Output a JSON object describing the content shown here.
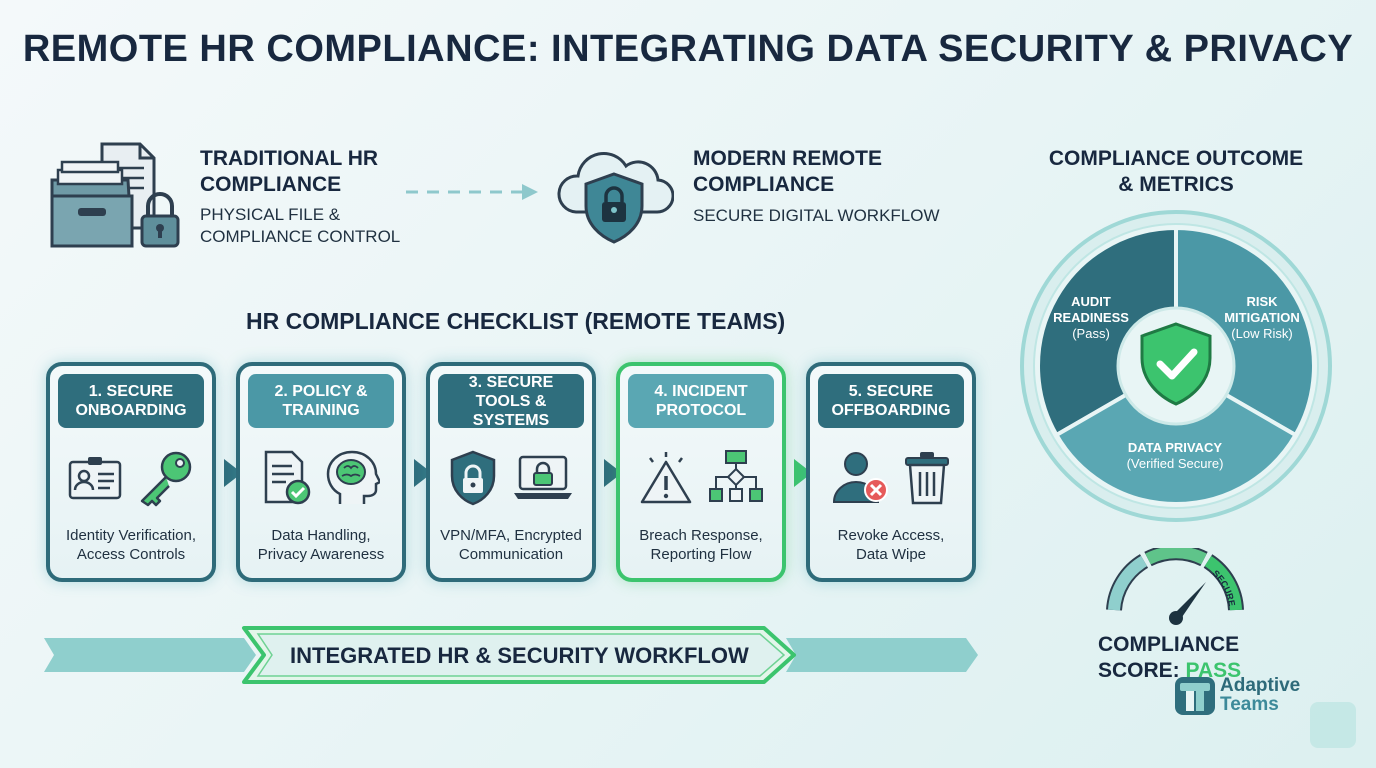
{
  "title": "REMOTE HR COMPLIANCE: INTEGRATING DATA SECURITY & PRIVACY",
  "traditional": {
    "title_line1": "TRADITIONAL HR",
    "title_line2": "COMPLIANCE",
    "sub_line1": "PHYSICAL FILE &",
    "sub_line2": "COMPLIANCE CONTROL",
    "icons": [
      "file-cabinet-icon",
      "document-icon",
      "padlock-icon"
    ]
  },
  "modern": {
    "title_line1": "MODERN REMOTE",
    "title_line2": "COMPLIANCE",
    "sub": "SECURE DIGITAL WORKFLOW",
    "icons": [
      "cloud-shield-lock-icon"
    ]
  },
  "checklist": {
    "title": "HR COMPLIANCE CHECKLIST (REMOTE TEAMS)",
    "steps": [
      {
        "head_line1": "1. SECURE",
        "head_line2": "ONBOARDING",
        "desc_line1": "Identity Verification,",
        "desc_line2": "Access Controls",
        "icons": [
          "id-badge-icon",
          "key-icon"
        ]
      },
      {
        "head_line1": "2. POLICY &",
        "head_line2": "TRAINING",
        "desc_line1": "Data Handling,",
        "desc_line2": "Privacy Awareness",
        "icons": [
          "document-check-icon",
          "brain-head-icon"
        ]
      },
      {
        "head_line1": "3. SECURE",
        "head_line2": "TOOLS & SYSTEMS",
        "desc_line1": "VPN/MFA, Encrypted",
        "desc_line2": "Communication",
        "icons": [
          "shield-lock-icon",
          "laptop-lock-icon"
        ]
      },
      {
        "head_line1": "4. INCIDENT",
        "head_line2": "PROTOCOL",
        "desc_line1": "Breach Response,",
        "desc_line2": "Reporting Flow",
        "icons": [
          "warning-alert-icon",
          "flowchart-icon"
        ]
      },
      {
        "head_line1": "5. SECURE",
        "head_line2": "OFFBOARDING",
        "desc_line1": "Revoke Access,",
        "desc_line2": "Data Wipe",
        "icons": [
          "user-remove-icon",
          "trash-icon"
        ]
      }
    ]
  },
  "workflow_label": "INTEGRATED HR & SECURITY WORKFLOW",
  "metrics": {
    "title_line1": "COMPLIANCE OUTCOME",
    "title_line2": "& METRICS",
    "segments": [
      {
        "label_line1": "AUDIT",
        "label_line2": "READINESS",
        "status": "(Pass)"
      },
      {
        "label_line1": "RISK",
        "label_line2": "MITIGATION",
        "status": "(Low Risk)"
      },
      {
        "label_line1": "DATA PRIVACY",
        "status": "(Verified Secure)"
      }
    ],
    "gauge_label": "SECURE",
    "score_line1": "COMPLIANCE",
    "score_label": "SCORE:",
    "score_value": "PASS"
  },
  "brand": {
    "name_line1": "Adaptive",
    "name_line2": "Teams"
  },
  "colors": {
    "teal_dark": "#2f6e7d",
    "teal": "#4b98a6",
    "green": "#3cc46e",
    "navy": "#18283f"
  }
}
